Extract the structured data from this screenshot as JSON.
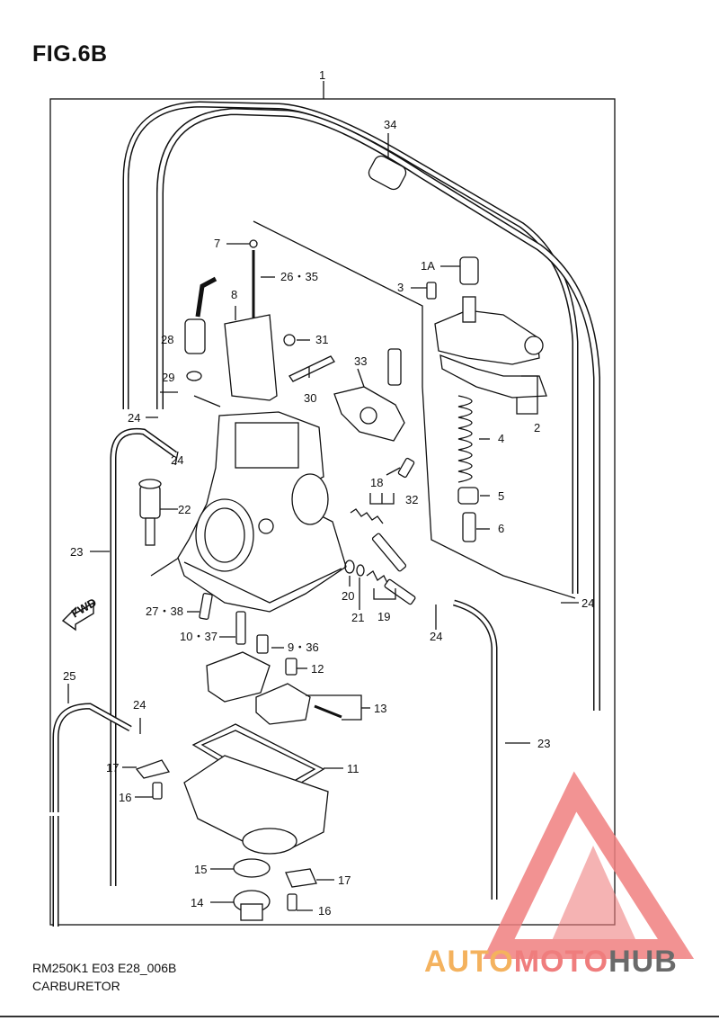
{
  "figure": {
    "title": "FIG.6B",
    "model_code": "RM250K1 E03 E28_006B",
    "caption": "CARBURETOR"
  },
  "watermark": {
    "part1": "AUTO",
    "part2": "MOTO",
    "part3": "HUB",
    "colors": {
      "auto": "#f4b25e",
      "moto": "#ef7d7d",
      "hub": "#6a6a6a",
      "logo": "#f08080"
    }
  },
  "direction_arrow": {
    "label": "FWD",
    "icon": "forward-arrow-icon"
  },
  "callouts": {
    "c1": "1",
    "c1a": "1A",
    "c2": "2",
    "c3": "3",
    "c4": "4",
    "c5": "5",
    "c6": "6",
    "c7": "7",
    "c8": "8",
    "c9_36": "9・36",
    "c10_37": "10・37",
    "c11": "11",
    "c12": "12",
    "c13": "13",
    "c14": "14",
    "c15": "15",
    "c16a": "16",
    "c16b": "16",
    "c17a": "17",
    "c17b": "17",
    "c18": "18",
    "c19": "19",
    "c20": "20",
    "c21": "21",
    "c22": "22",
    "c23a": "23",
    "c23b": "23",
    "c24a": "24",
    "c24b": "24",
    "c24c": "24",
    "c24d": "24",
    "c24e": "24",
    "c25": "25",
    "c26_35": "26・35",
    "c27_38": "27・38",
    "c28": "28",
    "c29": "29",
    "c30": "30",
    "c31": "31",
    "c32": "32",
    "c33": "33",
    "c34": "34"
  }
}
